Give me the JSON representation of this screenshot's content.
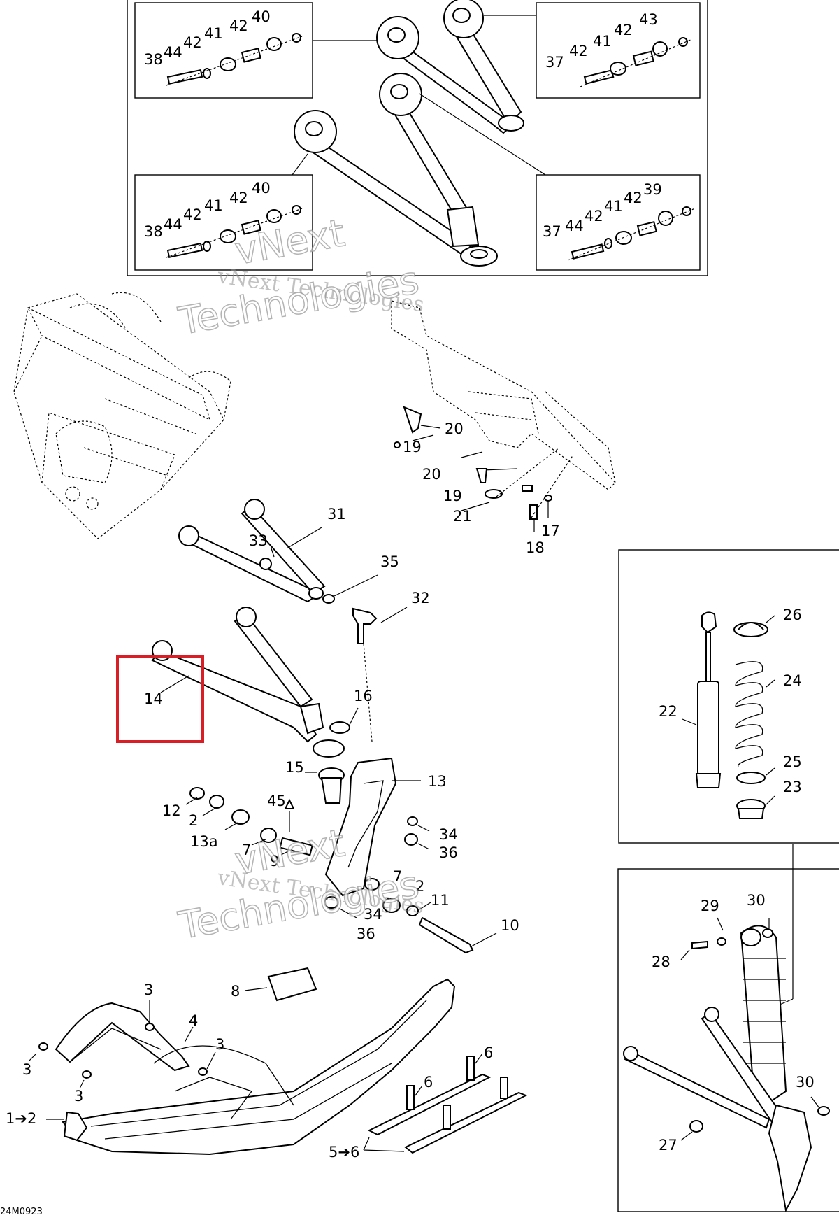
{
  "diagram": {
    "drawing_code": "24M0923",
    "highlighted_part": "14",
    "highlight_color": "#d81f26",
    "watermark": {
      "line1": "vNext Technologies",
      "line2a": "vNext",
      "line2b": "Technologies"
    },
    "callouts": {
      "c38a": "38",
      "c44a": "44",
      "c42a": "42",
      "c41a": "41",
      "c42b": "42",
      "c40a": "40",
      "c37a": "37",
      "c42c": "42",
      "c41b": "41",
      "c42d": "42",
      "c43": "43",
      "c38b": "38",
      "c44b": "44",
      "c42e": "42",
      "c41c": "41",
      "c42f": "42",
      "c40b": "40",
      "c37b": "37",
      "c44c": "44",
      "c42g": "42",
      "c41d": "41",
      "c42h": "42",
      "c39": "39",
      "c20a": "20",
      "c19a": "19",
      "c20b": "20",
      "c19b": "19",
      "c21": "21",
      "c18": "18",
      "c17": "17",
      "c31": "31",
      "c33": "33",
      "c35": "35",
      "c32": "32",
      "c14": "14",
      "c16": "16",
      "c15": "15",
      "c13": "13",
      "c12": "12",
      "c2a": "2",
      "c13a": "13a",
      "c7a": "7",
      "c9": "9",
      "c45": "45",
      "c34a": "34",
      "c36a": "36",
      "c7b": "7",
      "c2b": "2",
      "c11": "11",
      "c34b": "34",
      "c36b": "36",
      "c10": "10",
      "c8": "8",
      "c3a": "3",
      "c4": "4",
      "c3b": "3",
      "c3c": "3",
      "c3d": "3",
      "c12arrow": "1➔2",
      "c6a": "6",
      "c6b": "6",
      "c56": "5➔6",
      "c26": "26",
      "c24": "24",
      "c22": "22",
      "c25": "25",
      "c23": "23",
      "c29": "29",
      "c30a": "30",
      "c28": "28",
      "c30b": "30",
      "c27": "27"
    }
  }
}
